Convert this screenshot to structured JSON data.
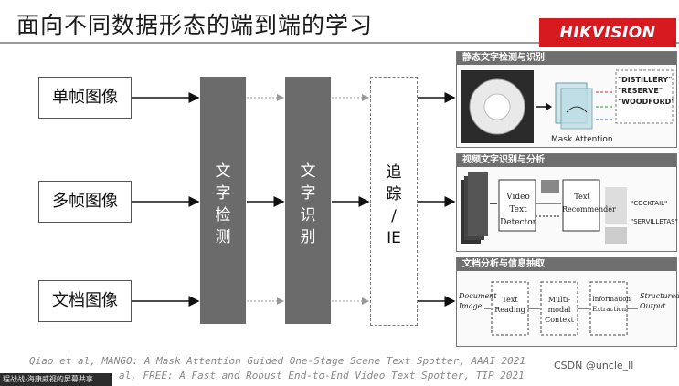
{
  "slide": {
    "title": "面向不同数据形态的端到端的学习",
    "logo": "HIKVISION",
    "inputs": [
      "单帧图像",
      "多帧图像",
      "文档图像"
    ],
    "stage1": [
      "文",
      "字",
      "检",
      "测"
    ],
    "stage2": [
      "文",
      "字",
      "识",
      "别"
    ],
    "stage3": [
      "追",
      "踪",
      "/",
      "IE"
    ],
    "panels": {
      "static": {
        "title": "静态文字检测与识别",
        "mask_label": "Mask Attention",
        "outputs": [
          "\"DISTILLERY\"",
          "\"RESERVE\"",
          "\"WOODFORD\""
        ]
      },
      "video": {
        "title": "视频文字识别与分析",
        "detector": "Video Text Detector",
        "recommender": "Text Recommender",
        "outputs": [
          "\"COCKTAIL\"",
          "\"SERVILLETAS\""
        ]
      },
      "document": {
        "title": "文档分析与信息抽取",
        "steps": [
          "Document Image",
          "Text Reading",
          "Multi-modal Context",
          "Information Extraction",
          "Structured Output"
        ]
      }
    },
    "citations": [
      "Qiao et al, MANGO: A Mask Attention Guided One-Stage Scene Text Spotter, AAAI 2021",
      "al, FREE: A Fast and Robust End-to-End Video Text Spotter, TIP 2021"
    ]
  },
  "overlay": {
    "taskbar": "程战战-海康威视的屏幕共享",
    "watermark": "CSDN @uncle_ll"
  },
  "colors": {
    "logo_red": "#d71920",
    "stage_gray": "#6b6b6b",
    "panel_header": "#6f6f6f"
  }
}
